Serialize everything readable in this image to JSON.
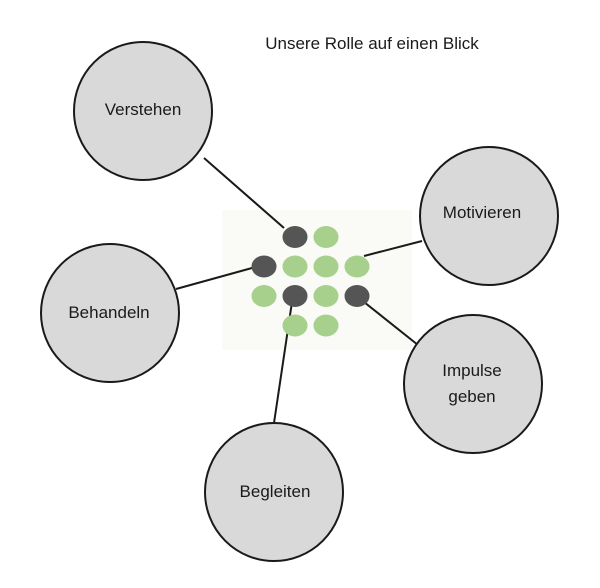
{
  "title": "Unsere Rolle auf einen Blick",
  "colors": {
    "circle_fill": "#d9d9d9",
    "dot_dark": "#555555",
    "dot_green": "#a8d08d",
    "center_bg": "#fafaf6"
  },
  "nodes": [
    {
      "id": "verstehen",
      "lines": [
        "Verstehen"
      ]
    },
    {
      "id": "motivieren",
      "lines": [
        "Motivieren"
      ]
    },
    {
      "id": "behandeln",
      "lines": [
        "Behandeln"
      ]
    },
    {
      "id": "impulse",
      "lines": [
        "Impulse",
        "geben"
      ]
    },
    {
      "id": "begleiten",
      "lines": [
        "Begleiten"
      ]
    }
  ],
  "dot_grid": [
    [
      "",
      "dark",
      "green",
      ""
    ],
    [
      "dark",
      "green",
      "green",
      "green"
    ],
    [
      "green",
      "dark",
      "green",
      "dark"
    ],
    [
      "",
      "green",
      "green",
      ""
    ]
  ]
}
